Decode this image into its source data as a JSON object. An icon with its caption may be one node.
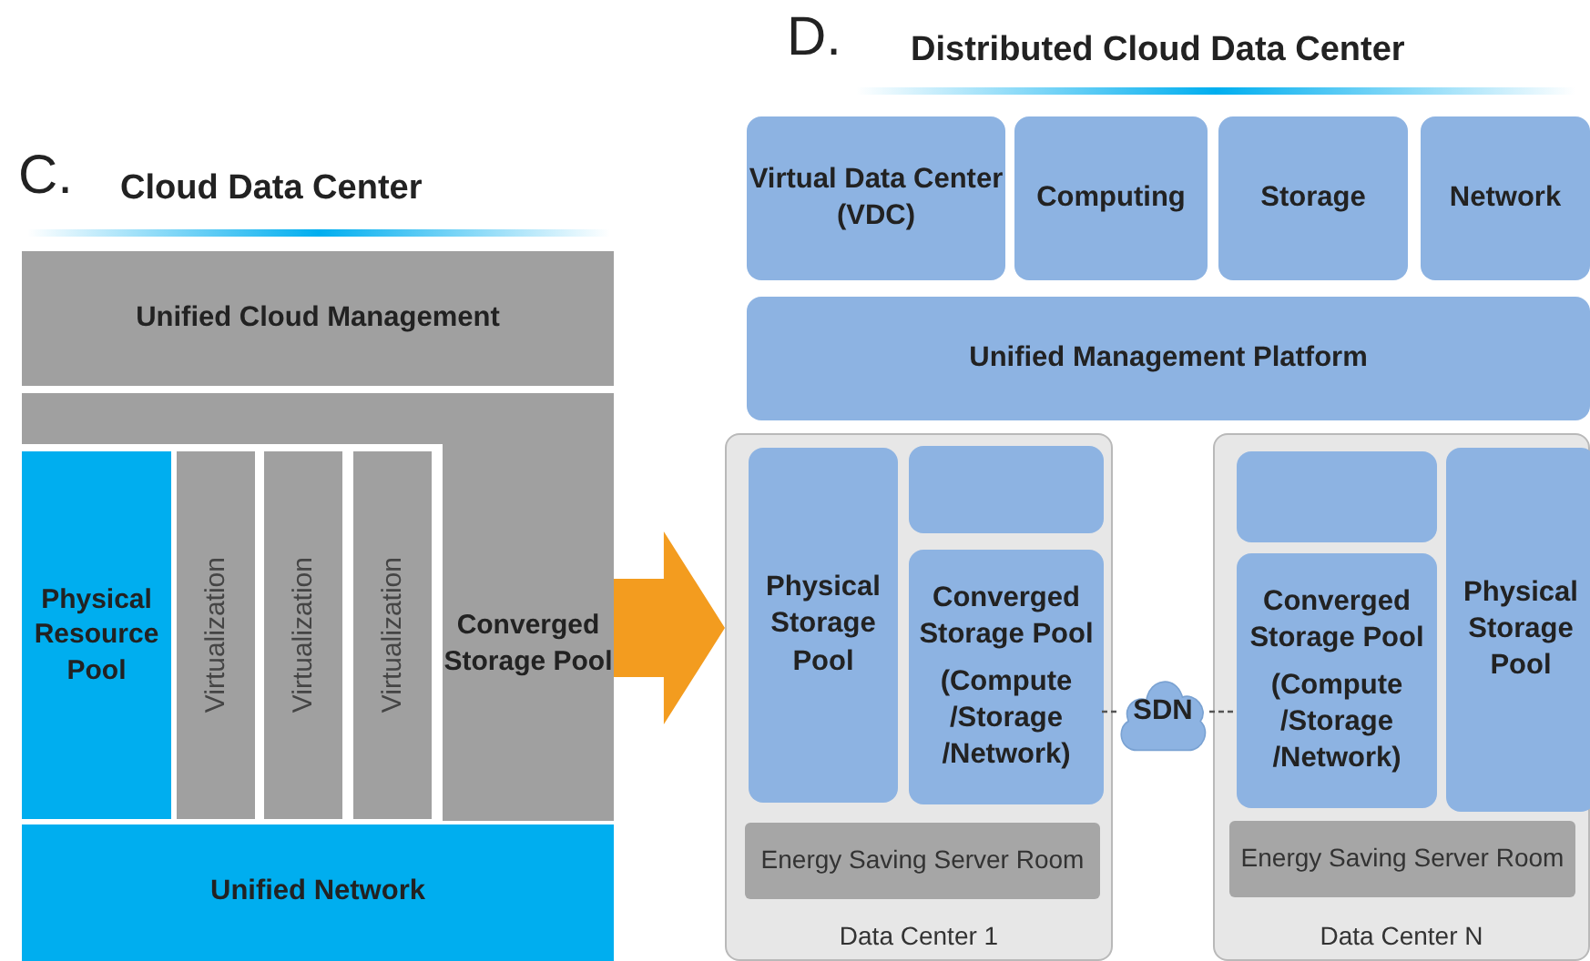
{
  "diagram": {
    "nodes": [
      {
        "text": [
          "Unified Cloud Management"
        ]
      },
      {
        "text": [
          "Physical Resource Pool"
        ]
      },
      {
        "text": [
          "Virtualization"
        ]
      },
      {
        "text": [
          "Virtualization"
        ]
      },
      {
        "text": [
          "Virtualization"
        ]
      },
      {
        "text": [
          "Converged Storage Pool"
        ]
      },
      {
        "text": [
          "Unified Network"
        ]
      },
      {
        "text": [
          "Virtual Data Center (VDC)"
        ]
      },
      {
        "text": [
          "Computing"
        ]
      },
      {
        "text": [
          "Storage"
        ]
      },
      {
        "text": [
          "Network"
        ]
      },
      {
        "text": [
          "Unified Management Platform"
        ]
      },
      {
        "text": [
          "Data Center 1"
        ]
      },
      {
        "text": [
          "Physical Storage Pool"
        ],
        "in": 12
      },
      {
        "text": [],
        "shape": "box",
        "in": 12
      },
      {
        "text": [
          "Converged Storage Pool",
          "(Compute /Storage /Network)"
        ],
        "in": 12
      },
      {
        "text": [
          "Energy Saving Server Room"
        ],
        "in": 12
      },
      {
        "text": [
          "SDN"
        ]
      },
      {
        "text": [
          "Data Center N"
        ]
      },
      {
        "text": [],
        "shape": "box",
        "in": 18
      },
      {
        "text": [
          "Converged Storage Pool",
          "(Compute /Storage /Network)"
        ],
        "in": 18
      },
      {
        "text": [
          "Physical Storage Pool"
        ],
        "in": 18
      },
      {
        "text": [
          "Energy Saving Server Room"
        ],
        "in": 18
      }
    ],
    "edges": [
      {
        "from": 5,
        "to": 12,
        "arrow": "to",
        "style": "thick",
        "color": "#f39c1f"
      },
      {
        "from": 15,
        "to": 17,
        "arrow": "none",
        "style": "dashed"
      },
      {
        "from": 17,
        "to": 20,
        "arrow": "none",
        "style": "dashed"
      }
    ],
    "labels": [
      "C.",
      "Cloud Data Center",
      "D.",
      "Distributed Cloud Data Center"
    ]
  }
}
